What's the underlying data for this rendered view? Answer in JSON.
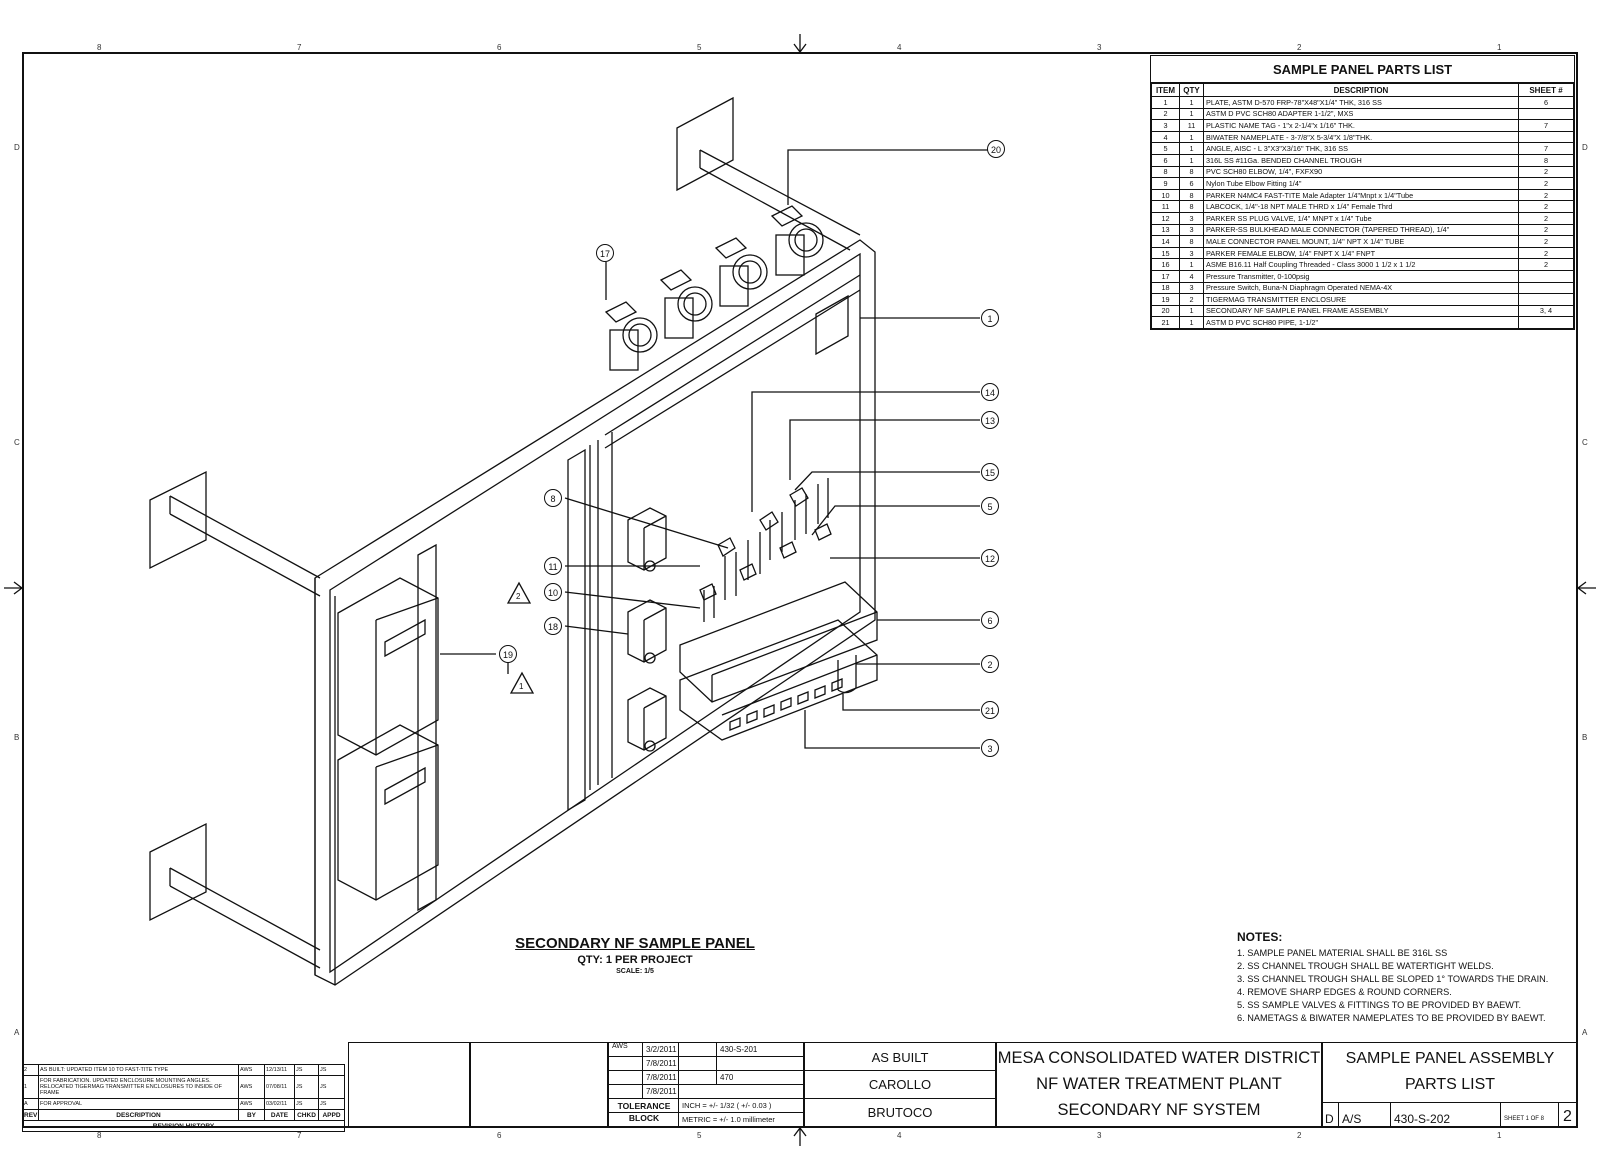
{
  "border": {
    "cols": [
      "8",
      "7",
      "6",
      "5",
      "4",
      "3",
      "2",
      "1"
    ],
    "rows": [
      "D",
      "C",
      "B",
      "A"
    ]
  },
  "parts_list": {
    "title": "SAMPLE PANEL PARTS LIST",
    "headers": [
      "ITEM",
      "QTY",
      "DESCRIPTION",
      "SHEET #"
    ],
    "rows": [
      [
        "1",
        "1",
        "PLATE, ASTM D-570 FRP-78\"X48\"X1/4\" THK, 316 SS",
        "6"
      ],
      [
        "2",
        "1",
        "ASTM D PVC SCH80 ADAPTER 1-1/2\", MXS",
        ""
      ],
      [
        "3",
        "11",
        "PLASTIC NAME TAG - 1\"x 2-1/4\"x 1/16\" THK.",
        "7"
      ],
      [
        "4",
        "1",
        "BIWATER NAMEPLATE - 3-7/8\"X 5-3/4\"X 1/8\"THK.",
        ""
      ],
      [
        "5",
        "1",
        "ANGLE, AISC - L 3\"X3\"X3/16\" THK, 316 SS",
        "7"
      ],
      [
        "6",
        "1",
        "316L SS #11Ga. BENDED CHANNEL TROUGH",
        "8"
      ],
      [
        "8",
        "8",
        "PVC SCH80 ELBOW, 1/4\", FXFX90",
        "2"
      ],
      [
        "9",
        "6",
        "Nylon Tube Elbow Fitting 1/4\"",
        "2"
      ],
      [
        "10",
        "8",
        "PARKER N4MC4 FAST-TITE Male Adapter 1/4\"Mnpt x 1/4\"Tube",
        "2"
      ],
      [
        "11",
        "8",
        "LABCOCK, 1/4\"-18 NPT MALE THRD x 1/4\" Female Thrd",
        "2"
      ],
      [
        "12",
        "3",
        "PARKER SS PLUG VALVE, 1/4\" MNPT x 1/4\" Tube",
        "2"
      ],
      [
        "13",
        "3",
        "PARKER-SS BULKHEAD MALE CONNECTOR (TAPERED THREAD), 1/4\"",
        "2"
      ],
      [
        "14",
        "8",
        "MALE CONNECTOR PANEL MOUNT, 1/4\" NPT X 1/4\" TUBE",
        "2"
      ],
      [
        "15",
        "3",
        "PARKER FEMALE ELBOW, 1/4\" FNPT X 1/4\" FNPT",
        "2"
      ],
      [
        "16",
        "1",
        "ASME B16.11 Half Coupling Threaded - Class 3000 1 1/2 x 1 1/2",
        "2"
      ],
      [
        "17",
        "4",
        "Pressure Transmitter, 0-100psig",
        ""
      ],
      [
        "18",
        "3",
        "Pressure Switch, Buna-N Diaphragm Operated NEMA-4X",
        ""
      ],
      [
        "19",
        "2",
        "TIGERMAG TRANSMITTER ENCLOSURE",
        ""
      ],
      [
        "20",
        "1",
        "SECONDARY NF SAMPLE PANEL FRAME ASSEMBLY",
        "3, 4"
      ],
      [
        "21",
        "1",
        "ASTM D PVC SCH80 PIPE, 1-1/2\"",
        ""
      ]
    ]
  },
  "view": {
    "title": "SECONDARY NF SAMPLE PANEL",
    "qty": "QTY: 1 PER PROJECT",
    "scale": "SCALE: 1/5"
  },
  "callouts": [
    "20",
    "17",
    "1",
    "14",
    "13",
    "15",
    "5",
    "8",
    "12",
    "11",
    "10",
    "18",
    "6",
    "19",
    "2",
    "21",
    "3"
  ],
  "revision_triangles": [
    "2",
    "1"
  ],
  "notes": {
    "title": "NOTES:",
    "items": [
      "1. SAMPLE PANEL MATERIAL SHALL BE 316L SS",
      "2. SS CHANNEL TROUGH SHALL BE WATERTIGHT WELDS.",
      "3. SS CHANNEL TROUGH SHALL BE SLOPED 1° TOWARDS THE DRAIN.",
      "4. REMOVE SHARP EDGES & ROUND CORNERS.",
      "5. SS SAMPLE VALVES & FITTINGS TO BE PROVIDED BY BAEWT.",
      "6. NAMETAGS & BIWATER NAMEPLATES TO BE PROVIDED BY BAEWT."
    ]
  },
  "revisions": {
    "header": [
      "REV",
      "DESCRIPTION",
      "BY",
      "DATE",
      "CHKD",
      "APPD"
    ],
    "rows": [
      [
        "2",
        "AS BUILT: UPDATED ITEM 10 TO FAST-TITE TYPE",
        "AWS",
        "12/13/11",
        "JS",
        "JS"
      ],
      [
        "1",
        "FOR FABRICATION. UPDATED ENCLOSURE MOUNTING ANGLES. RELOCATED TIGERMAG TRANSMITTER ENCLOSURES TO INSIDE OF FRAME",
        "AWS",
        "07/08/11",
        "JS",
        "JS"
      ],
      [
        "A",
        "FOR APPROVAL",
        "AWS",
        "03/02/11",
        "JS",
        "JS"
      ]
    ],
    "caption": "REVISION HISTORY"
  },
  "title_block": {
    "drawn_by": "AWS",
    "drawn_date": "3/2/2011",
    "checked_date": "7/8/2011",
    "approved_date": "7/8/2011",
    "release_date": "7/8/2011",
    "cad_file": "430-S-201",
    "job_number": "470",
    "tolerance_label": "TOLERANCE BLOCK",
    "inch_tol": "INCH = +/- 1/32 ( +/- 0.03 )",
    "metric_tol": "METRIC = +/- 1.0 millimeter",
    "status": "AS BUILT",
    "engineer": "CAROLLO",
    "contractor": "BRUTOCO",
    "project_lines": [
      "MESA CONSOLIDATED WATER DISTRICT",
      "NF WATER TREATMENT PLANT",
      "SECONDARY NF SYSTEM"
    ],
    "title_lines": [
      "SAMPLE PANEL ASSEMBLY",
      "PARTS LIST"
    ],
    "size": "D",
    "scale": "A/S",
    "dwg_no": "430-S-202",
    "sheet": "SHEET 1 OF 8",
    "rev": "2"
  }
}
